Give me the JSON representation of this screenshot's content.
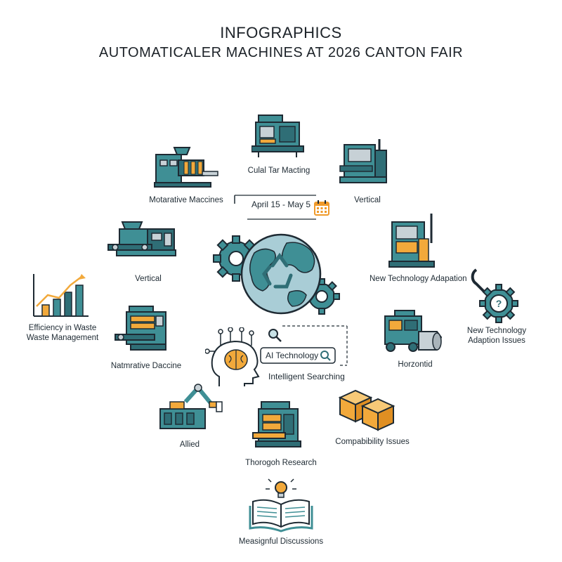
{
  "header": {
    "title": "INFOGRAPHICS",
    "subtitle": "AUTOMATICALER MACHINES AT 2026 CANTON FAIR"
  },
  "center": {
    "date_range": "April 15 - May 5",
    "search_box_text": "AI Technology",
    "search_caption": "Intelligent Searching"
  },
  "nodes": {
    "top_machine": "Culal Tar Macting",
    "top_left_machine": "Motarative Maccines",
    "top_right_machine": "Vertical",
    "left_machine": "Vertical",
    "right_machine": "New Technology Adapation",
    "gear_issue_line1": "New Technology",
    "gear_issue_line2": "Adaption Issues",
    "chart_line1": "Efficiency in Waste",
    "chart_line2": "Waste Management",
    "lower_left_machine": "Natmrative Daccine",
    "lower_right_machine": "Horzontid",
    "robot_arm": "Allied",
    "boxes": "Compabibility Issues",
    "bottom_machine": "Thorogoh Research",
    "book": "Measignful Discussions"
  },
  "colors": {
    "teal": "#3f8f95",
    "dark_teal": "#2f6e76",
    "orange": "#f2a93b",
    "outline": "#1e2a33",
    "gray": "#c7d1d6",
    "calendar_orange": "#f09a2a"
  }
}
